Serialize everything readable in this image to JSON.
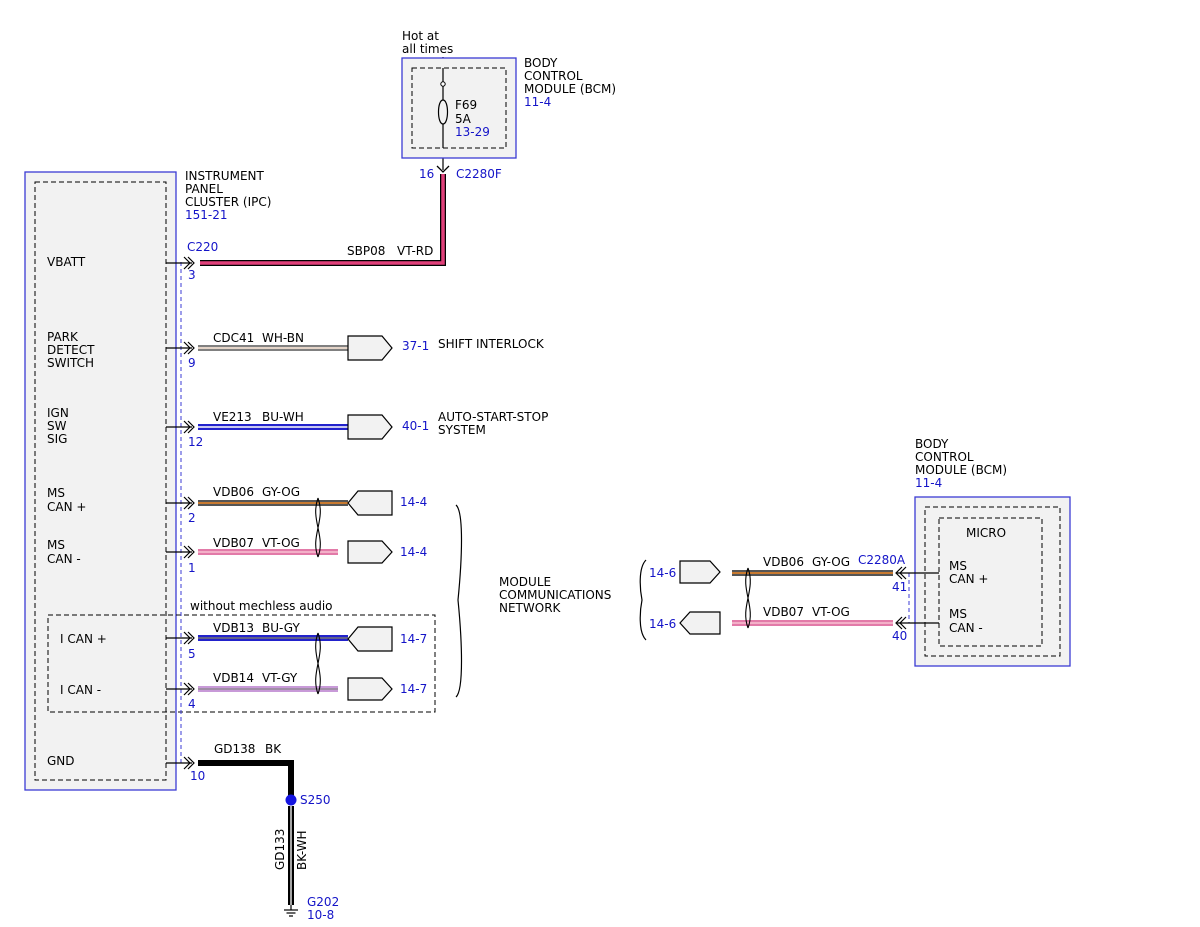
{
  "colors": {
    "vt_rd": "#e0407a",
    "wh_bn": "#c8a890",
    "blue_wire": "#2222cc",
    "gy_og": "#8c7850",
    "vt_og": "#e27aa8",
    "vt_gy": "#c89ad8",
    "black": "#000000",
    "label_blue": "#1414c8"
  },
  "power": {
    "hot_label_1": "Hot at",
    "hot_label_2": "all times",
    "fuse_name": "F69",
    "fuse_rating": "5A",
    "fuse_ref": "13-29",
    "pin": "16",
    "connector": "C2280F"
  },
  "bcm_top": {
    "line1": "BODY",
    "line2": "CONTROL",
    "line3": "MODULE (BCM)",
    "ref": "11-4"
  },
  "ipc": {
    "line1": "INSTRUMENT",
    "line2": "PANEL",
    "line3": "CLUSTER (IPC)",
    "ref": "151-21",
    "connector": "C220",
    "pins": {
      "vbatt": "VBATT",
      "park_1": "PARK",
      "park_2": "DETECT",
      "park_3": "SWITCH",
      "ign_1": "IGN",
      "ign_2": "SW",
      "ign_3": "SIG",
      "mscp_1": "MS",
      "mscp_2": "CAN +",
      "mscm_1": "MS",
      "mscm_2": "CAN -",
      "icanp": "I CAN +",
      "icanm": "I CAN -",
      "gnd": "GND"
    }
  },
  "wires": {
    "vbatt": {
      "circuit": "SBP08",
      "color": "VT-RD",
      "pin": "3"
    },
    "park": {
      "circuit": "CDC41",
      "color": "WH-BN",
      "pin": "9",
      "ref": "37-1",
      "dest": "SHIFT INTERLOCK"
    },
    "ign": {
      "circuit": "VE213",
      "color": "BU-WH",
      "pin": "12",
      "ref": "40-1",
      "dest_1": "AUTO-START-STOP",
      "dest_2": "SYSTEM"
    },
    "mscp": {
      "circuit": "VDB06",
      "color": "GY-OG",
      "pin": "2",
      "ref": "14-4"
    },
    "mscm": {
      "circuit": "VDB07",
      "color": "VT-OG",
      "pin": "1",
      "ref": "14-4"
    },
    "icanp": {
      "circuit": "VDB13",
      "color": "BU-GY",
      "pin": "5",
      "ref": "14-7"
    },
    "icanm": {
      "circuit": "VDB14",
      "color": "VT-GY",
      "pin": "4",
      "ref": "14-7"
    },
    "gnd": {
      "circuit": "GD138",
      "color": "BK",
      "pin": "10"
    }
  },
  "option_label": "without mechless audio",
  "network": {
    "line1": "MODULE",
    "line2": "COMMUNICATIONS",
    "line3": "NETWORK"
  },
  "ground": {
    "splice": "S250",
    "circuit": "GD133",
    "color": "BK-WH",
    "point": "G202",
    "ref": "10-8"
  },
  "bcm_right": {
    "line1": "BODY",
    "line2": "CONTROL",
    "line3": "MODULE (BCM)",
    "ref": "11-4",
    "micro": "MICRO",
    "connector": "C2280A",
    "cp_1": "MS",
    "cp_2": "CAN +",
    "cm_1": "MS",
    "cm_2": "CAN -",
    "w1": {
      "circuit": "VDB06",
      "color": "GY-OG",
      "pin": "41",
      "ref": "14-6"
    },
    "w2": {
      "circuit": "VDB07",
      "color": "VT-OG",
      "pin": "40",
      "ref": "14-6"
    }
  }
}
